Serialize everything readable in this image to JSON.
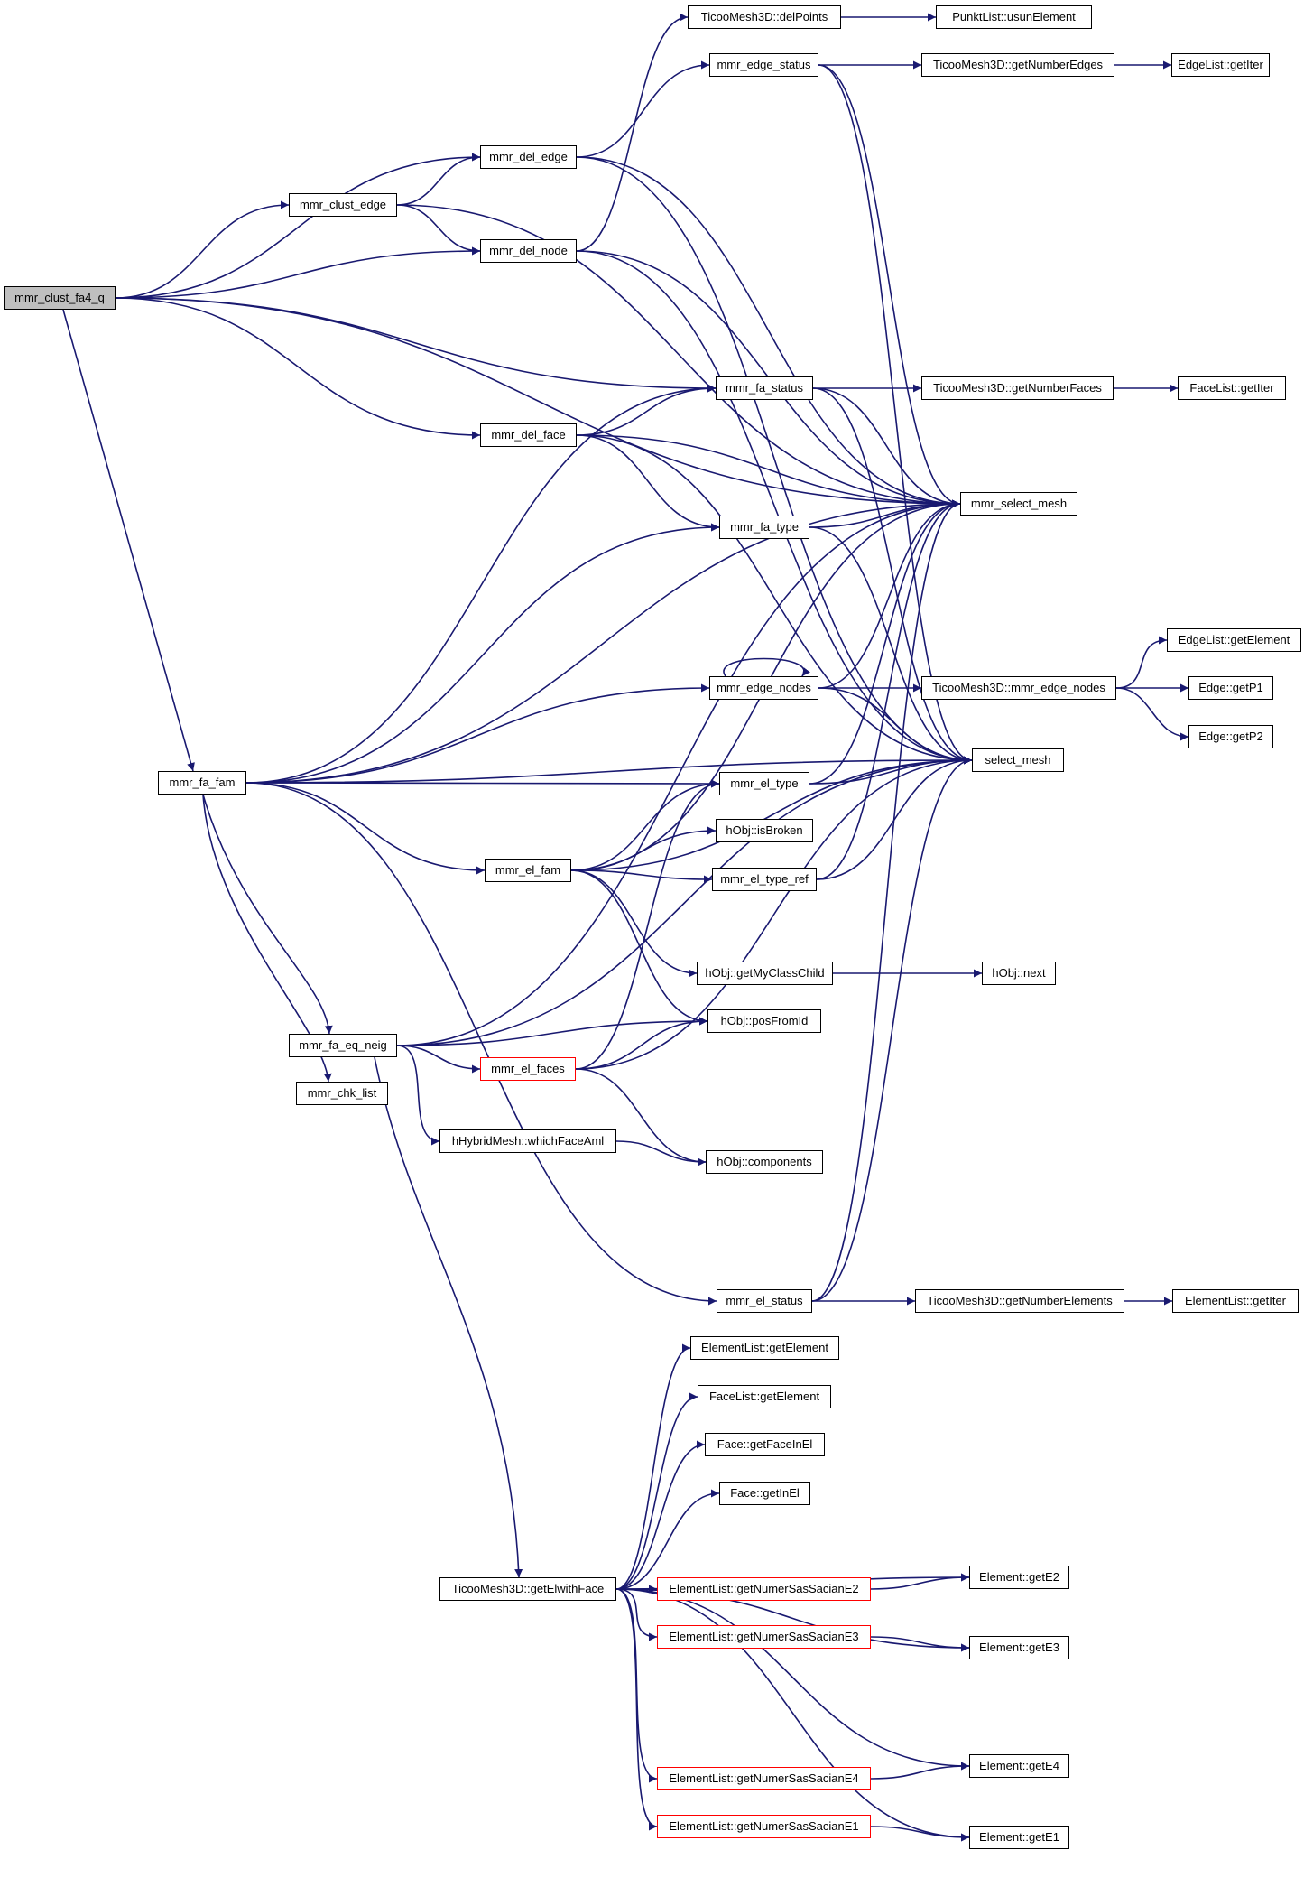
{
  "diagram": {
    "type": "call-graph",
    "colors": {
      "edge": "#191970",
      "node_border": "#000000",
      "root_fill": "#bfbfbf",
      "truncated_border": "#ff0000"
    },
    "root": "mmr_clust_fa4_q",
    "nodes": [
      {
        "id": "clust_fa4",
        "label": "mmr_clust_fa4_q",
        "style": "root"
      },
      {
        "id": "clust_edge",
        "label": "mmr_clust_edge"
      },
      {
        "id": "del_edge",
        "label": "mmr_del_edge"
      },
      {
        "id": "del_node",
        "label": "mmr_del_node"
      },
      {
        "id": "del_face",
        "label": "mmr_del_face"
      },
      {
        "id": "fa_fam",
        "label": "mmr_fa_fam"
      },
      {
        "id": "delPoints",
        "label": "TicooMesh3D::delPoints"
      },
      {
        "id": "usunElement",
        "label": "PunktList::usunElement"
      },
      {
        "id": "edge_status",
        "label": "mmr_edge_status"
      },
      {
        "id": "getNumberEdges",
        "label": "TicooMesh3D::getNumberEdges"
      },
      {
        "id": "EdgeList_getIter",
        "label": "EdgeList::getIter"
      },
      {
        "id": "fa_status",
        "label": "mmr_fa_status"
      },
      {
        "id": "getNumberFaces",
        "label": "TicooMesh3D::getNumberFaces"
      },
      {
        "id": "FaceList_getIter",
        "label": "FaceList::getIter"
      },
      {
        "id": "select_mesh_mmr",
        "label": "mmr_select_mesh"
      },
      {
        "id": "fa_type",
        "label": "mmr_fa_type"
      },
      {
        "id": "edge_nodes",
        "label": "mmr_edge_nodes"
      },
      {
        "id": "T_edge_nodes",
        "label": "TicooMesh3D::mmr_edge_nodes"
      },
      {
        "id": "EdgeList_getElement",
        "label": "EdgeList::getElement"
      },
      {
        "id": "getP1",
        "label": "Edge::getP1"
      },
      {
        "id": "getP2",
        "label": "Edge::getP2"
      },
      {
        "id": "select_mesh",
        "label": "select_mesh"
      },
      {
        "id": "el_type",
        "label": "mmr_el_type"
      },
      {
        "id": "isBroken",
        "label": "hObj::isBroken"
      },
      {
        "id": "el_fam",
        "label": "mmr_el_fam"
      },
      {
        "id": "el_type_ref",
        "label": "mmr_el_type_ref"
      },
      {
        "id": "getMyClassChild",
        "label": "hObj::getMyClassChild"
      },
      {
        "id": "hObj_next",
        "label": "hObj::next"
      },
      {
        "id": "posFromId",
        "label": "hObj::posFromId"
      },
      {
        "id": "fa_eq_neig",
        "label": "mmr_fa_eq_neig"
      },
      {
        "id": "el_faces",
        "label": "mmr_el_faces",
        "style": "truncated"
      },
      {
        "id": "chk_list",
        "label": "mmr_chk_list"
      },
      {
        "id": "whichFaceAml",
        "label": "hHybridMesh::whichFaceAml"
      },
      {
        "id": "components",
        "label": "hObj::components"
      },
      {
        "id": "el_status",
        "label": "mmr_el_status"
      },
      {
        "id": "getNumberElements",
        "label": "TicooMesh3D::getNumberElements"
      },
      {
        "id": "ElementList_getIter",
        "label": "ElementList::getIter"
      },
      {
        "id": "ElementList_getElement",
        "label": "ElementList::getElement"
      },
      {
        "id": "FaceList_getElement",
        "label": "FaceList::getElement"
      },
      {
        "id": "getFaceInEl",
        "label": "Face::getFaceInEl"
      },
      {
        "id": "getInEl",
        "label": "Face::getInEl"
      },
      {
        "id": "getElwithFace",
        "label": "TicooMesh3D::getElwithFace"
      },
      {
        "id": "SasE2",
        "label": "ElementList::getNumerSasSacianE2",
        "style": "truncated"
      },
      {
        "id": "getE2",
        "label": "Element::getE2"
      },
      {
        "id": "SasE3",
        "label": "ElementList::getNumerSasSacianE3",
        "style": "truncated"
      },
      {
        "id": "getE3",
        "label": "Element::getE3"
      },
      {
        "id": "SasE4",
        "label": "ElementList::getNumerSasSacianE4",
        "style": "truncated"
      },
      {
        "id": "getE4",
        "label": "Element::getE4"
      },
      {
        "id": "SasE1",
        "label": "ElementList::getNumerSasSacianE1",
        "style": "truncated"
      },
      {
        "id": "getE1",
        "label": "Element::getE1"
      }
    ],
    "edges": [
      [
        "clust_fa4",
        "del_edge"
      ],
      [
        "clust_fa4",
        "clust_edge"
      ],
      [
        "clust_fa4",
        "del_node"
      ],
      [
        "clust_fa4",
        "select_mesh_mmr"
      ],
      [
        "clust_fa4",
        "fa_status"
      ],
      [
        "clust_fa4",
        "del_face"
      ],
      [
        "clust_fa4",
        "fa_fam"
      ],
      [
        "clust_edge",
        "del_edge"
      ],
      [
        "clust_edge",
        "del_node"
      ],
      [
        "clust_edge",
        "select_mesh_mmr"
      ],
      [
        "del_edge",
        "edge_status"
      ],
      [
        "del_edge",
        "select_mesh_mmr"
      ],
      [
        "del_edge",
        "select_mesh"
      ],
      [
        "del_node",
        "delPoints"
      ],
      [
        "del_node",
        "select_mesh_mmr"
      ],
      [
        "del_node",
        "select_mesh"
      ],
      [
        "delPoints",
        "usunElement"
      ],
      [
        "edge_status",
        "getNumberEdges"
      ],
      [
        "edge_status",
        "select_mesh_mmr"
      ],
      [
        "edge_status",
        "select_mesh"
      ],
      [
        "getNumberEdges",
        "EdgeList_getIter"
      ],
      [
        "del_face",
        "fa_status"
      ],
      [
        "del_face",
        "fa_type"
      ],
      [
        "del_face",
        "select_mesh_mmr"
      ],
      [
        "del_face",
        "select_mesh"
      ],
      [
        "fa_status",
        "getNumberFaces"
      ],
      [
        "fa_status",
        "select_mesh_mmr"
      ],
      [
        "fa_status",
        "select_mesh"
      ],
      [
        "getNumberFaces",
        "FaceList_getIter"
      ],
      [
        "fa_type",
        "select_mesh_mmr"
      ],
      [
        "fa_type",
        "select_mesh"
      ],
      [
        "fa_fam",
        "fa_status"
      ],
      [
        "fa_fam",
        "select_mesh_mmr"
      ],
      [
        "fa_fam",
        "fa_type"
      ],
      [
        "fa_fam",
        "edge_nodes"
      ],
      [
        "fa_fam",
        "el_type"
      ],
      [
        "fa_fam",
        "el_fam"
      ],
      [
        "fa_fam",
        "fa_eq_neig"
      ],
      [
        "fa_fam",
        "chk_list"
      ],
      [
        "fa_fam",
        "select_mesh"
      ],
      [
        "fa_fam",
        "el_status"
      ],
      [
        "edge_nodes",
        "edge_nodes"
      ],
      [
        "edge_nodes",
        "T_edge_nodes"
      ],
      [
        "edge_nodes",
        "select_mesh_mmr"
      ],
      [
        "edge_nodes",
        "select_mesh"
      ],
      [
        "T_edge_nodes",
        "EdgeList_getElement"
      ],
      [
        "T_edge_nodes",
        "getP1"
      ],
      [
        "T_edge_nodes",
        "getP2"
      ],
      [
        "el_type",
        "select_mesh_mmr"
      ],
      [
        "el_type",
        "select_mesh"
      ],
      [
        "el_fam",
        "el_type"
      ],
      [
        "el_fam",
        "isBroken"
      ],
      [
        "el_fam",
        "el_type_ref"
      ],
      [
        "el_fam",
        "getMyClassChild"
      ],
      [
        "el_fam",
        "posFromId"
      ],
      [
        "el_fam",
        "select_mesh_mmr"
      ],
      [
        "el_fam",
        "select_mesh"
      ],
      [
        "el_type_ref",
        "select_mesh_mmr"
      ],
      [
        "el_type_ref",
        "select_mesh"
      ],
      [
        "getMyClassChild",
        "hObj_next"
      ],
      [
        "fa_eq_neig",
        "select_mesh_mmr"
      ],
      [
        "fa_eq_neig",
        "posFromId"
      ],
      [
        "fa_eq_neig",
        "el_faces"
      ],
      [
        "fa_eq_neig",
        "whichFaceAml"
      ],
      [
        "fa_eq_neig",
        "select_mesh"
      ],
      [
        "fa_eq_neig",
        "getElwithFace"
      ],
      [
        "el_faces",
        "el_type"
      ],
      [
        "el_faces",
        "posFromId"
      ],
      [
        "el_faces",
        "select_mesh"
      ],
      [
        "el_faces",
        "components"
      ],
      [
        "whichFaceAml",
        "components"
      ],
      [
        "el_status",
        "getNumberElements"
      ],
      [
        "el_status",
        "select_mesh_mmr"
      ],
      [
        "el_status",
        "select_mesh"
      ],
      [
        "getNumberElements",
        "ElementList_getIter"
      ],
      [
        "getElwithFace",
        "ElementList_getElement"
      ],
      [
        "getElwithFace",
        "FaceList_getElement"
      ],
      [
        "getElwithFace",
        "getFaceInEl"
      ],
      [
        "getElwithFace",
        "getInEl"
      ],
      [
        "getElwithFace",
        "SasE2"
      ],
      [
        "getElwithFace",
        "getE2"
      ],
      [
        "getElwithFace",
        "SasE3"
      ],
      [
        "getElwithFace",
        "getE3"
      ],
      [
        "getElwithFace",
        "SasE4"
      ],
      [
        "getElwithFace",
        "getE4"
      ],
      [
        "getElwithFace",
        "SasE1"
      ],
      [
        "getElwithFace",
        "getE1"
      ],
      [
        "SasE2",
        "getE2"
      ],
      [
        "SasE3",
        "getE3"
      ],
      [
        "SasE4",
        "getE4"
      ],
      [
        "SasE1",
        "getE1"
      ]
    ]
  }
}
